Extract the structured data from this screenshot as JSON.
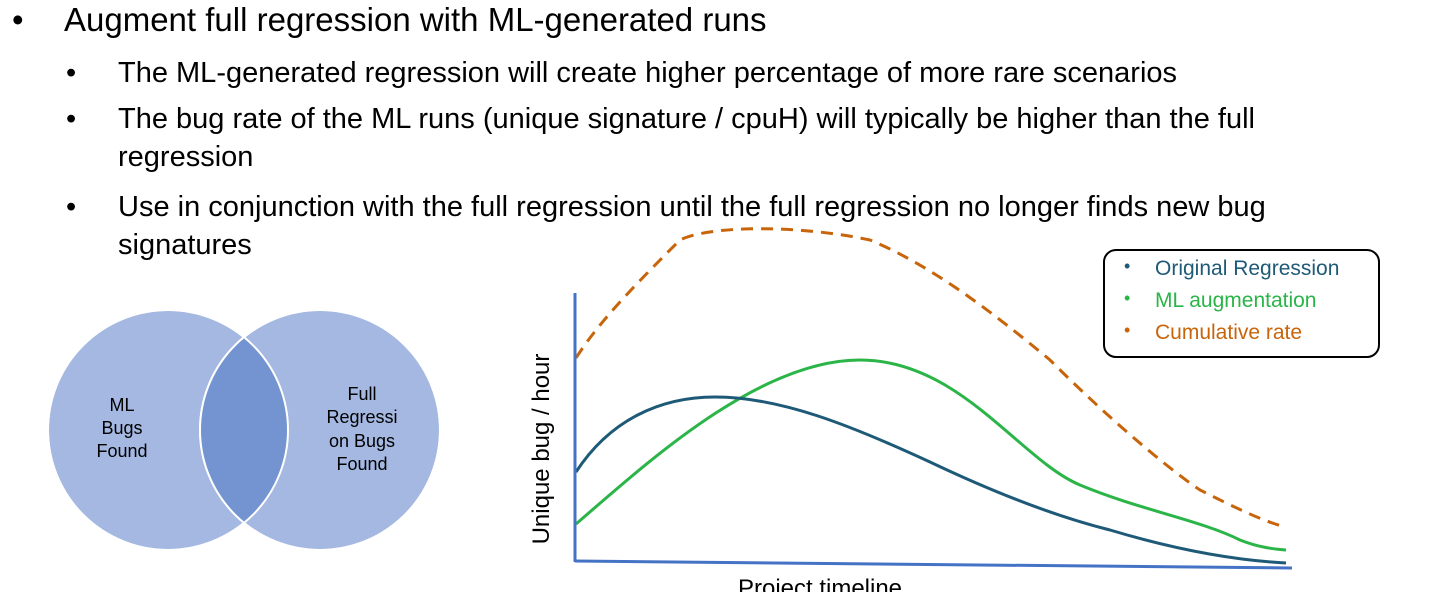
{
  "bullets": {
    "main": "Augment full regression with ML-generated runs",
    "subs": [
      "The ML-generated regression will create higher percentage of more rare scenarios",
      "The bug rate of the ML runs (unique signature / cpuH) will typically be higher than the full regression",
      "Use in conjunction with the full regression until the full regression no longer finds new bug signatures"
    ]
  },
  "venn": {
    "left_label": [
      "ML",
      "Bugs",
      "Found"
    ],
    "right_label": [
      "Full",
      "Regressi",
      "on Bugs",
      "Found"
    ],
    "circle_color": "#a4b8e2",
    "overlap_color": "#7394d0"
  },
  "chart": {
    "ylabel": "Unique bug / hour",
    "xlabel": "Project timeline",
    "legend": [
      {
        "label": "Original Regression",
        "color": "#1e5a78"
      },
      {
        "label": "ML augmentation",
        "color": "#2bb548"
      },
      {
        "label": "Cumulative rate",
        "color": "#c8640a"
      }
    ],
    "axis_color": "#4472c4"
  }
}
